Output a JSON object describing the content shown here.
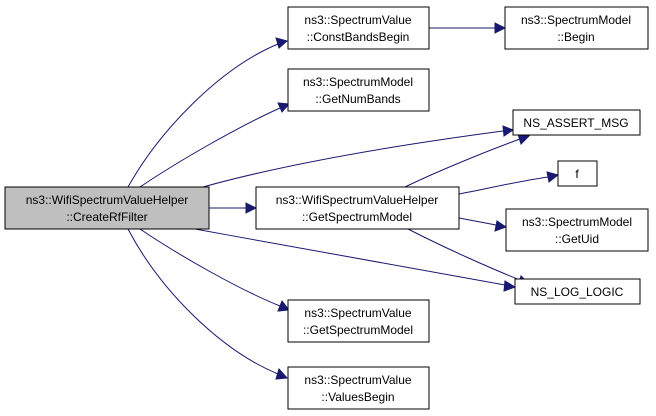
{
  "nodes": {
    "root": {
      "line1": "ns3::WifiSpectrumValueHelper",
      "line2": "::CreateRfFilter"
    },
    "const_bands_begin": {
      "line1": "ns3::SpectrumValue",
      "line2": "::ConstBandsBegin"
    },
    "model_begin": {
      "line1": "ns3::SpectrumModel",
      "line2": "::Begin"
    },
    "get_num_bands": {
      "line1": "ns3::SpectrumModel",
      "line2": "::GetNumBands"
    },
    "ns_assert_msg": {
      "line1": "NS_ASSERT_MSG"
    },
    "f": {
      "line1": "f"
    },
    "get_spectrum_model_helper": {
      "line1": "ns3::WifiSpectrumValueHelper",
      "line2": "::GetSpectrumModel"
    },
    "get_uid": {
      "line1": "ns3::SpectrumModel",
      "line2": "::GetUid"
    },
    "ns_log_logic": {
      "line1": "NS_LOG_LOGIC"
    },
    "value_get_spectrum_model": {
      "line1": "ns3::SpectrumValue",
      "line2": "::GetSpectrumModel"
    },
    "values_begin": {
      "line1": "ns3::SpectrumValue",
      "line2": "::ValuesBegin"
    }
  },
  "edges": [
    {
      "from": "root",
      "to": "const_bands_begin"
    },
    {
      "from": "const_bands_begin",
      "to": "model_begin"
    },
    {
      "from": "root",
      "to": "get_num_bands"
    },
    {
      "from": "root",
      "to": "ns_assert_msg"
    },
    {
      "from": "root",
      "to": "get_spectrum_model_helper"
    },
    {
      "from": "get_spectrum_model_helper",
      "to": "ns_assert_msg"
    },
    {
      "from": "get_spectrum_model_helper",
      "to": "f"
    },
    {
      "from": "get_spectrum_model_helper",
      "to": "get_uid"
    },
    {
      "from": "get_spectrum_model_helper",
      "to": "ns_log_logic"
    },
    {
      "from": "root",
      "to": "ns_log_logic"
    },
    {
      "from": "root",
      "to": "value_get_spectrum_model"
    },
    {
      "from": "root",
      "to": "values_begin"
    }
  ],
  "colors": {
    "edge": "#191970",
    "root_fill": "#bfbfbf",
    "node_fill": "#ffffff",
    "border": "#000000"
  }
}
